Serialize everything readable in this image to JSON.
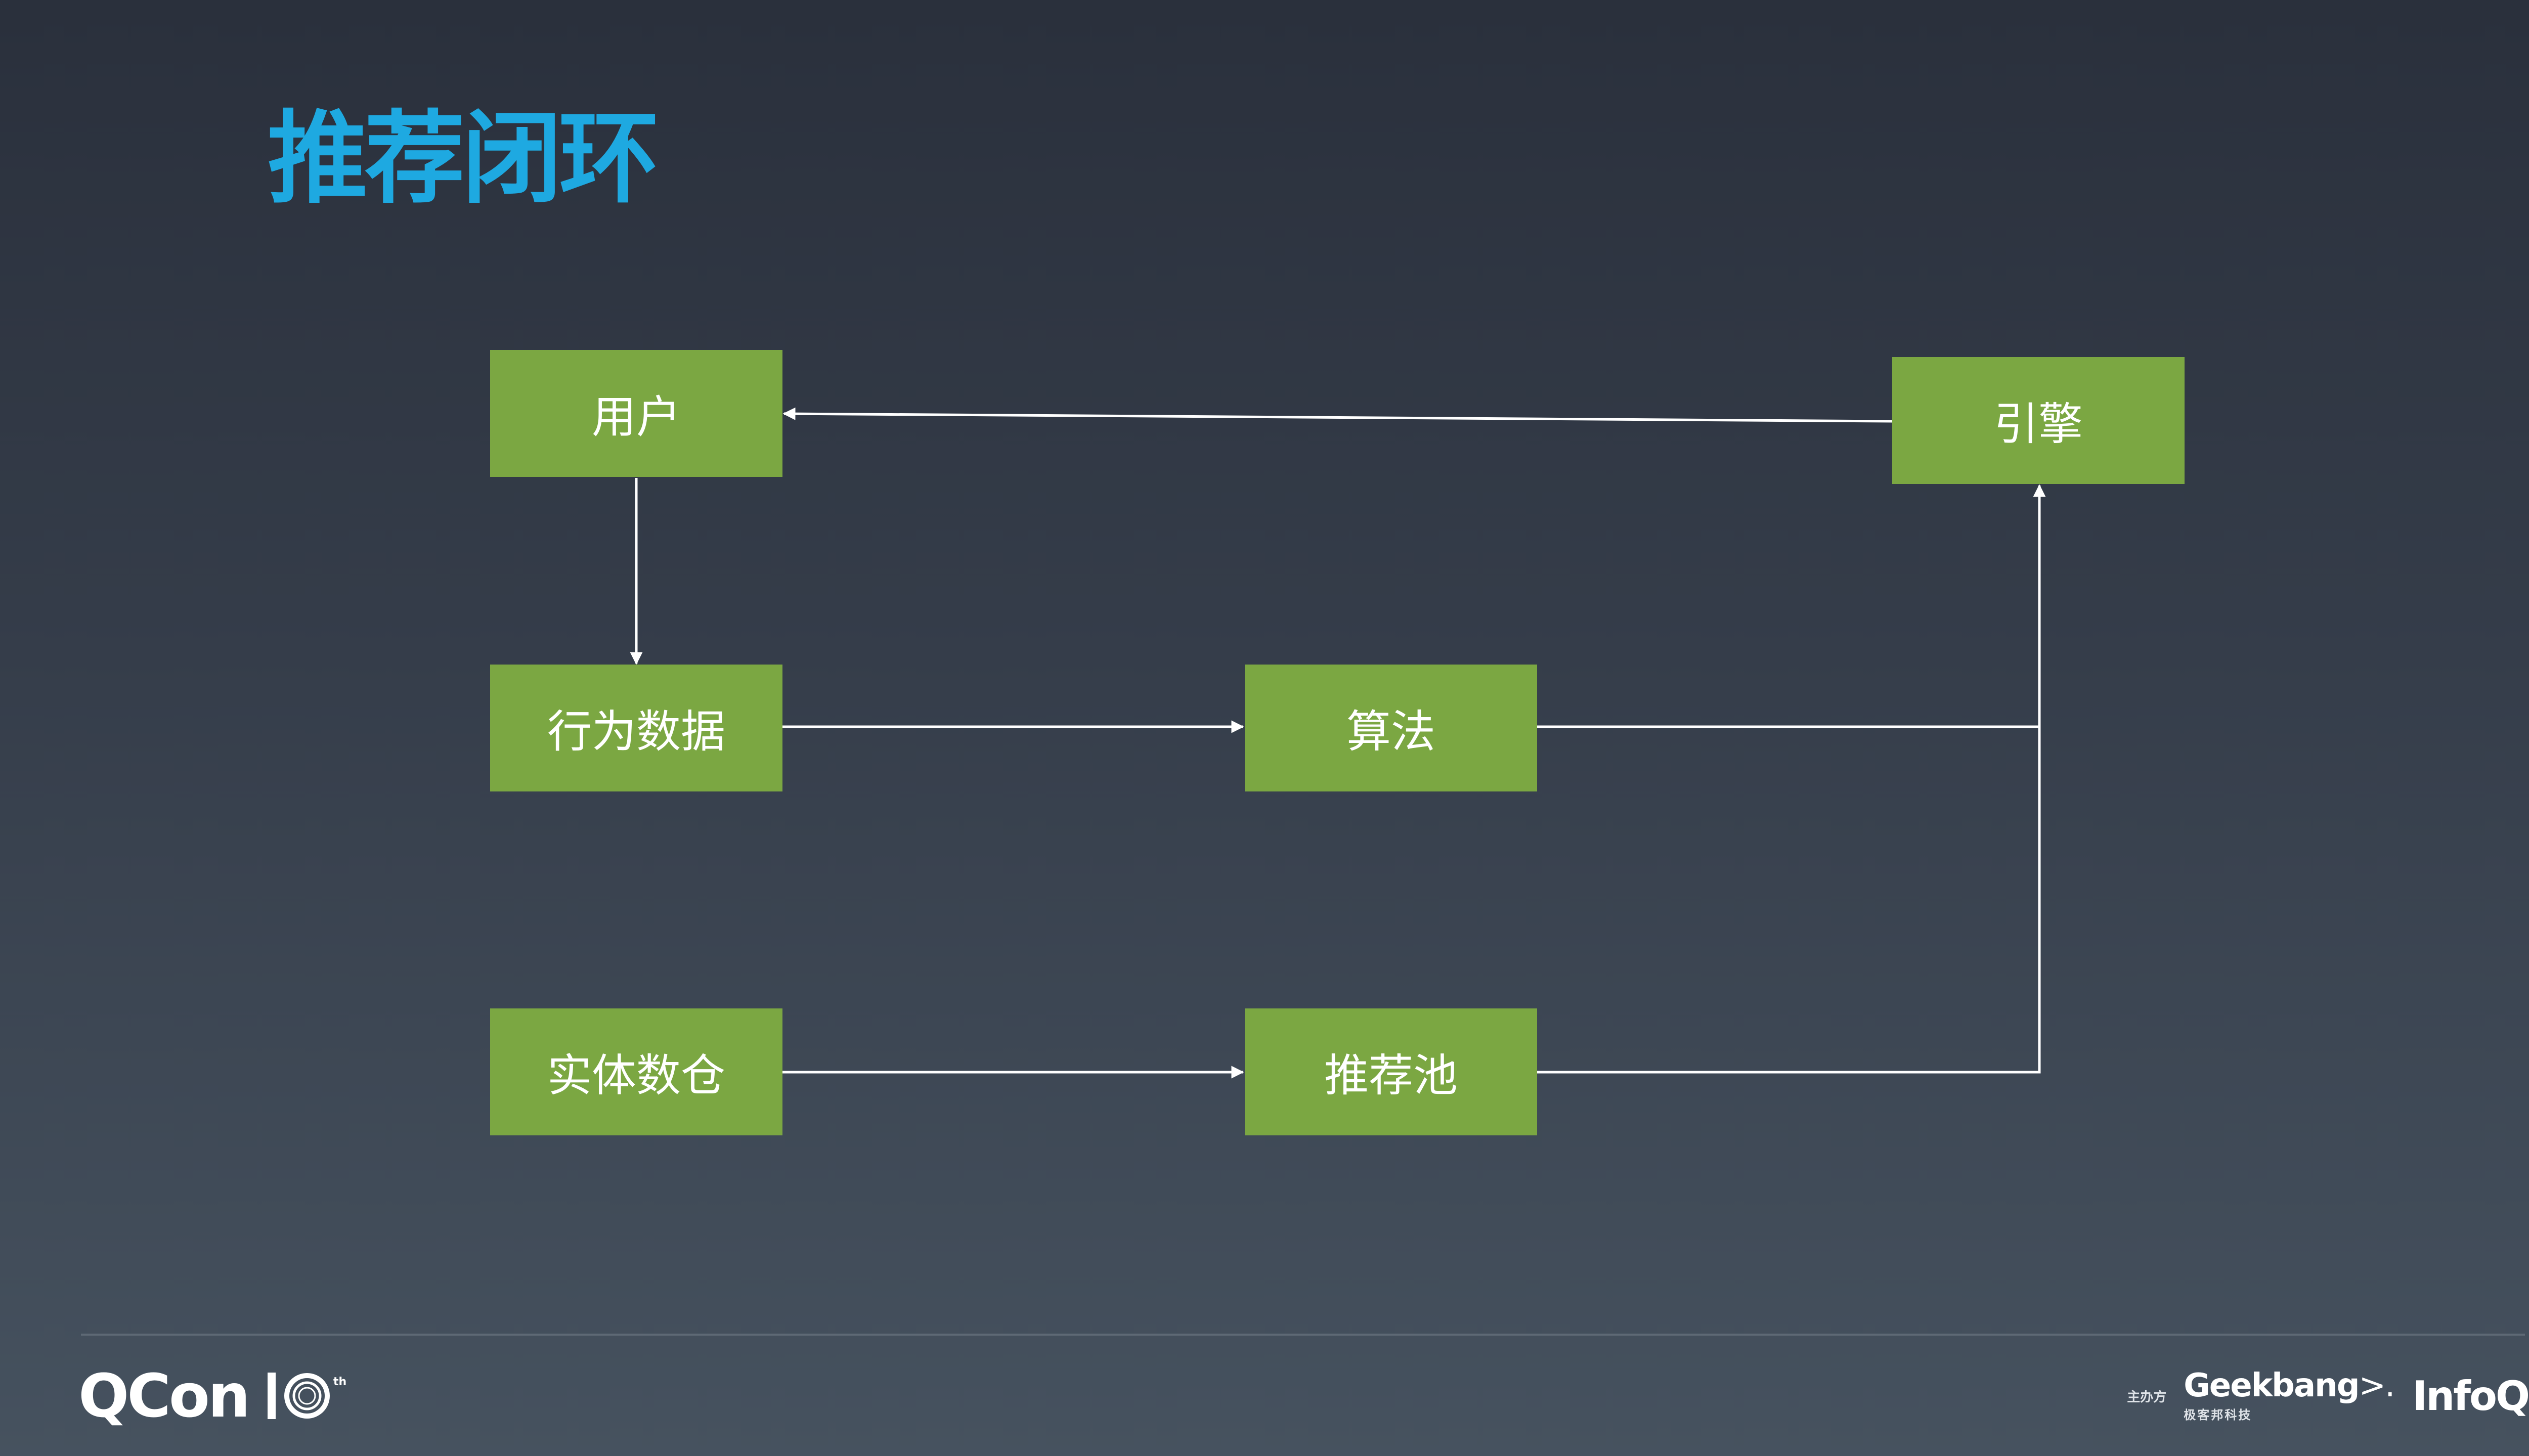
{
  "slide": {
    "title": "推荐闭环"
  },
  "diagram": {
    "nodes": [
      {
        "id": "user",
        "label": "用户"
      },
      {
        "id": "engine",
        "label": "引擎"
      },
      {
        "id": "behavior-data",
        "label": "行为数据"
      },
      {
        "id": "algorithm",
        "label": "算法"
      },
      {
        "id": "entity-warehouse",
        "label": "实体数仓"
      },
      {
        "id": "rec-pool",
        "label": "推荐池"
      }
    ],
    "edges": [
      {
        "from": "engine",
        "to": "user"
      },
      {
        "from": "user",
        "to": "behavior-data"
      },
      {
        "from": "behavior-data",
        "to": "algorithm"
      },
      {
        "from": "algorithm",
        "to": "engine"
      },
      {
        "from": "entity-warehouse",
        "to": "rec-pool"
      },
      {
        "from": "rec-pool",
        "to": "engine"
      }
    ],
    "colors": {
      "node_fill": "#7ba742",
      "node_text": "#ffffff",
      "edge": "#ffffff"
    }
  },
  "footer": {
    "qcon_logo": "QCon",
    "anniversary_mark": "th",
    "sponsor_label": "主办方",
    "geekbang_name": "Geekbang",
    "geekbang_suffix": ">.",
    "geekbang_sub": "极客邦科技",
    "infoq_logo": "InfoQ"
  },
  "colors": {
    "title": "#1ea9e1",
    "background_top": "#2a303c",
    "background_bottom": "#46525f"
  }
}
